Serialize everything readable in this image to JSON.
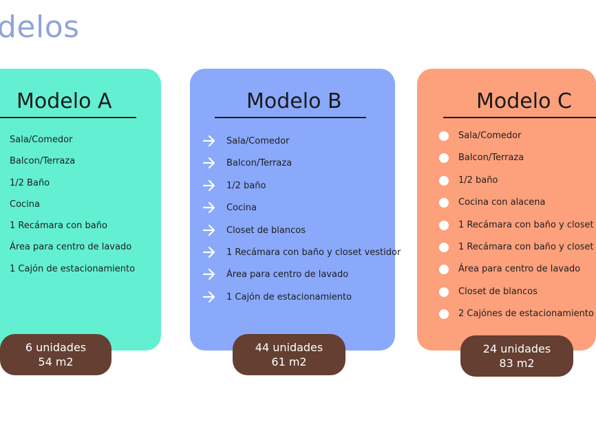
{
  "page": {
    "title": "delos"
  },
  "cards": [
    {
      "title": "Modelo A",
      "color": "#63efd2",
      "bullet": "none",
      "features": [
        "Sala/Comedor",
        "Balcon/Terraza",
        "1/2 Baño",
        "Cocina",
        "1 Recámara con baño",
        "Área para centro de lavado",
        "1 Cajón de estacionamiento"
      ],
      "units": "6 unidades",
      "area": "54 m2"
    },
    {
      "title": "Modelo B",
      "color": "#8aa9fb",
      "bullet": "arrow-icon",
      "features": [
        "Sala/Comedor",
        "Balcon/Terraza",
        "1/2 baño",
        "Cocina",
        "Closet de blancos",
        "1 Recámara con baño y closet vestidor",
        "Área para centro de lavado",
        "1 Cajón de estacionamiento"
      ],
      "units": "44 unidades",
      "area": "61 m2"
    },
    {
      "title": "Modelo C",
      "color": "#fda07c",
      "bullet": "dot-icon",
      "features": [
        "Sala/Comedor",
        "Balcon/Terraza",
        "1/2 baño",
        "Cocina con alacena",
        "1 Recámara con baño y closet",
        "1 Recámara con baño y closet",
        "Área para centro de lavado",
        "Closet de blancos",
        "2 Cajónes de estacionamiento"
      ],
      "units": "24 unidades",
      "area": "83 m2"
    }
  ],
  "badge_color": "#643f32"
}
